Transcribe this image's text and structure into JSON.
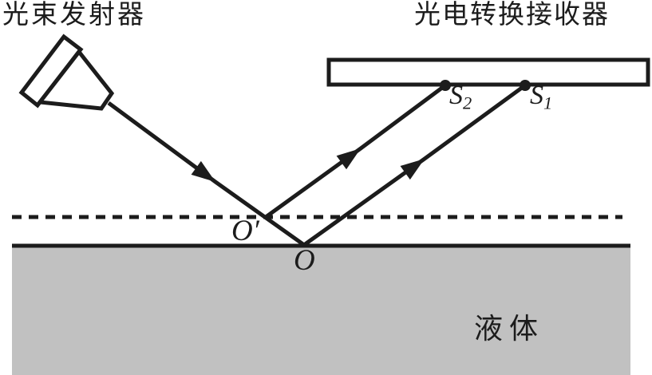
{
  "labels": {
    "emitter": "光束发射器",
    "receiver": "光电转换接收器",
    "liquid": "液体",
    "o": "O",
    "o_prime": "O′",
    "s1": {
      "base": "S",
      "sub": "1"
    },
    "s2": {
      "base": "S",
      "sub": "2"
    }
  },
  "colors": {
    "ink": "#1c1c1c",
    "liquid": "#c1c1c1",
    "bg": "#ffffff"
  }
}
